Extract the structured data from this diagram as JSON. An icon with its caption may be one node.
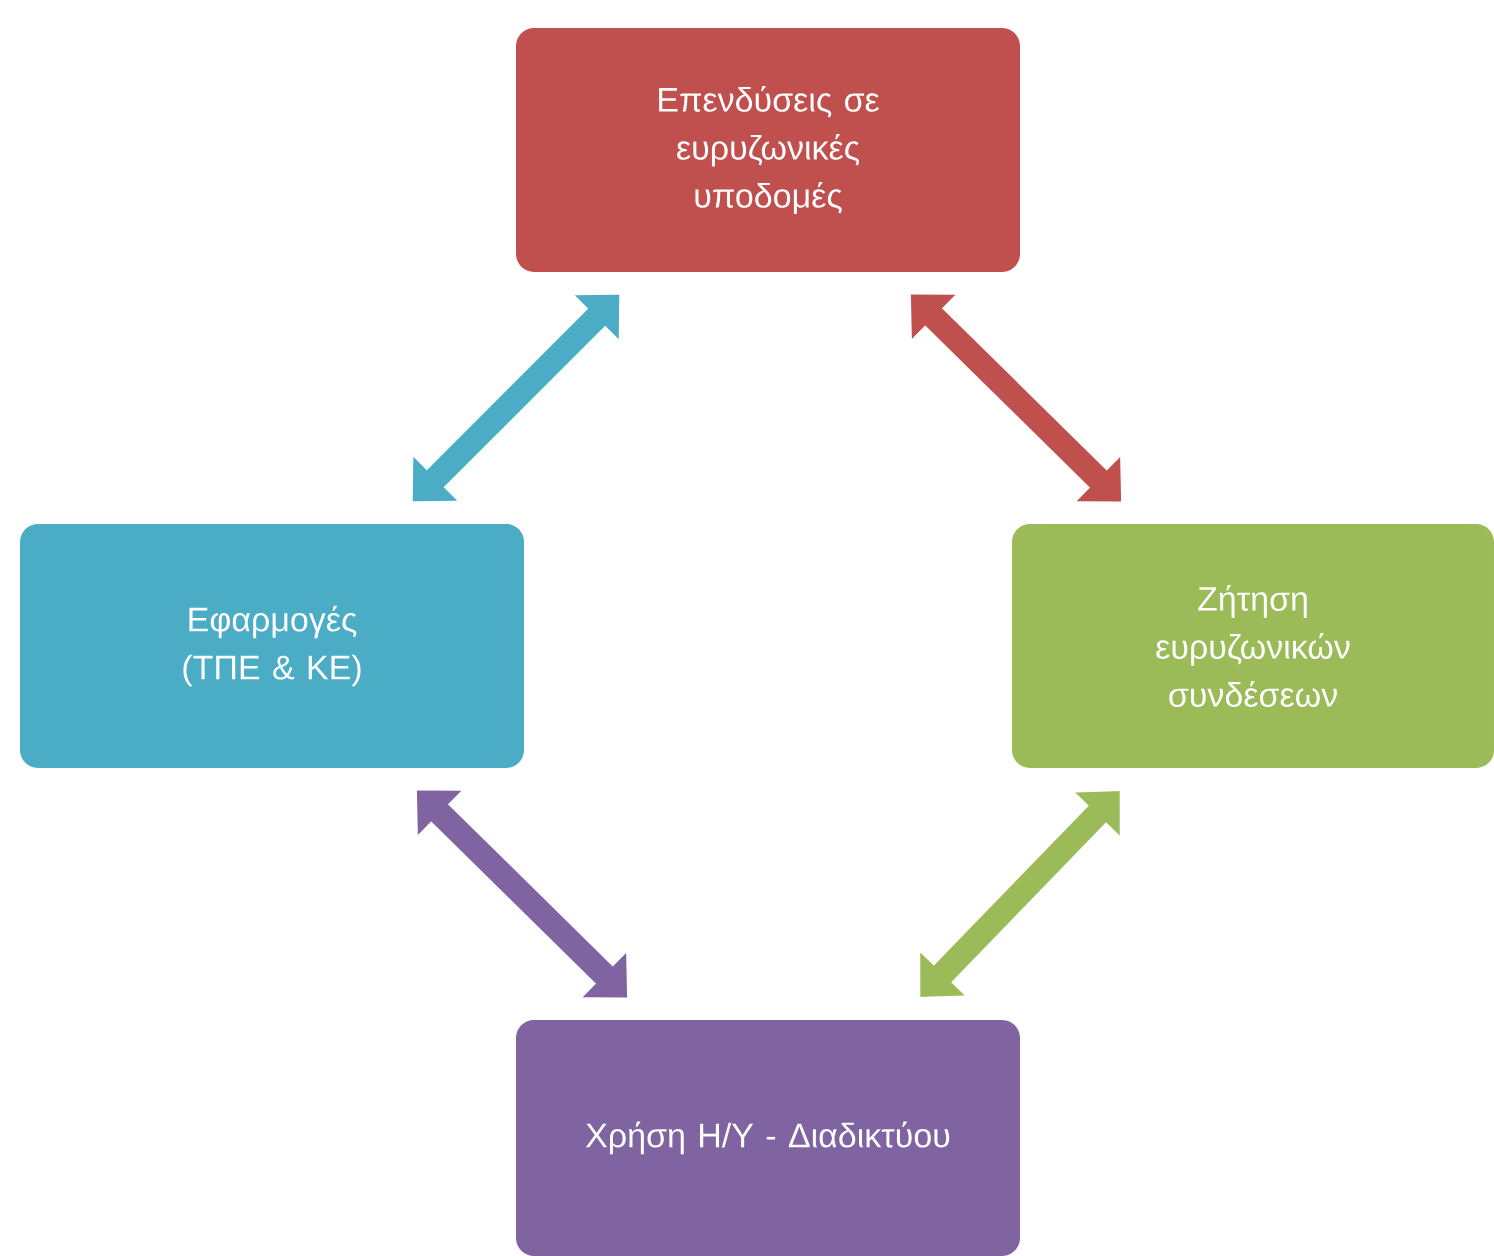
{
  "diagram": {
    "nodes": [
      {
        "text": [
          "Επενδύσεις σε ευρυζωνικές υποδομές"
        ]
      },
      {
        "text": [
          "Ζήτηση ευρυζωνικών συνδέσεων"
        ]
      },
      {
        "text": [
          "Χρήση Η/Υ - Διαδικτύου"
        ]
      },
      {
        "text": [
          "Εφαρμογές (ΤΠΕ & ΚΕ)"
        ]
      }
    ],
    "edges": [
      {
        "from": 0,
        "to": 1,
        "arrow": "both",
        "color": "#c0504d"
      },
      {
        "from": 1,
        "to": 2,
        "arrow": "both",
        "color": "#9bbb59"
      },
      {
        "from": 2,
        "to": 3,
        "arrow": "both",
        "color": "#8064a2"
      },
      {
        "from": 3,
        "to": 0,
        "arrow": "both",
        "color": "#4bacc6"
      }
    ]
  }
}
